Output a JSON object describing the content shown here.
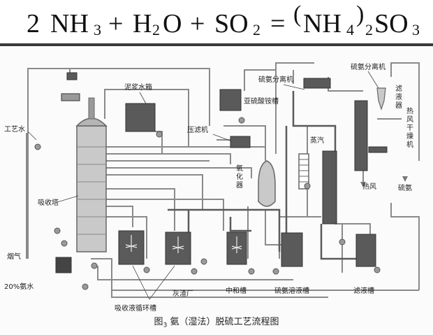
{
  "equation": {
    "coef": "2",
    "nh": "NH",
    "nh_sub": "3",
    "plus1": "+",
    "h": "H",
    "h_sub": "2",
    "o": "O",
    "plus2": "+",
    "so": "SO",
    "so_sub": "2",
    "eq": "=",
    "open": "(",
    "nh4": "NH",
    "nh4_sub": "4",
    "close": ")",
    "paren_sub": "2",
    "so3": "SO",
    "so3_sub": "3"
  },
  "labels": {
    "slurry_tank": "泥浆水箱",
    "process_water": "工艺水",
    "absorber": "吸收塔",
    "flue_gas": "烟气",
    "ammonia_20": "20%氨水",
    "ammonium_sulfite_tank": "亚硫酸铵槽",
    "filter_press": "压滤机",
    "centrifuge_1": "硫氨分离机",
    "centrifuge_2": "硫氨分离机",
    "oxidizer": "氧化器",
    "steam": "蒸汽",
    "filtrate": "滤液器",
    "hot_air_dryer": "热风干燥机",
    "hot_air": "热风",
    "ammonium_sulfate": "硫氨",
    "ash": "灰渣厂",
    "neutralization_tank": "中和槽",
    "ammonium_sulfate_solution_tank": "硫氨溶液槽",
    "filtrate_tank": "滤液槽",
    "absorption_circulation_tank": "吸收液循环槽"
  },
  "caption": {
    "prefix": "图",
    "number": "3",
    "title": "氨（湿法）脱硫工艺流程图"
  },
  "colors": {
    "pipe": "#8a8a8a",
    "equipment": "#5a5a5a",
    "vessel": "#c9c9c9",
    "text": "#222222"
  }
}
